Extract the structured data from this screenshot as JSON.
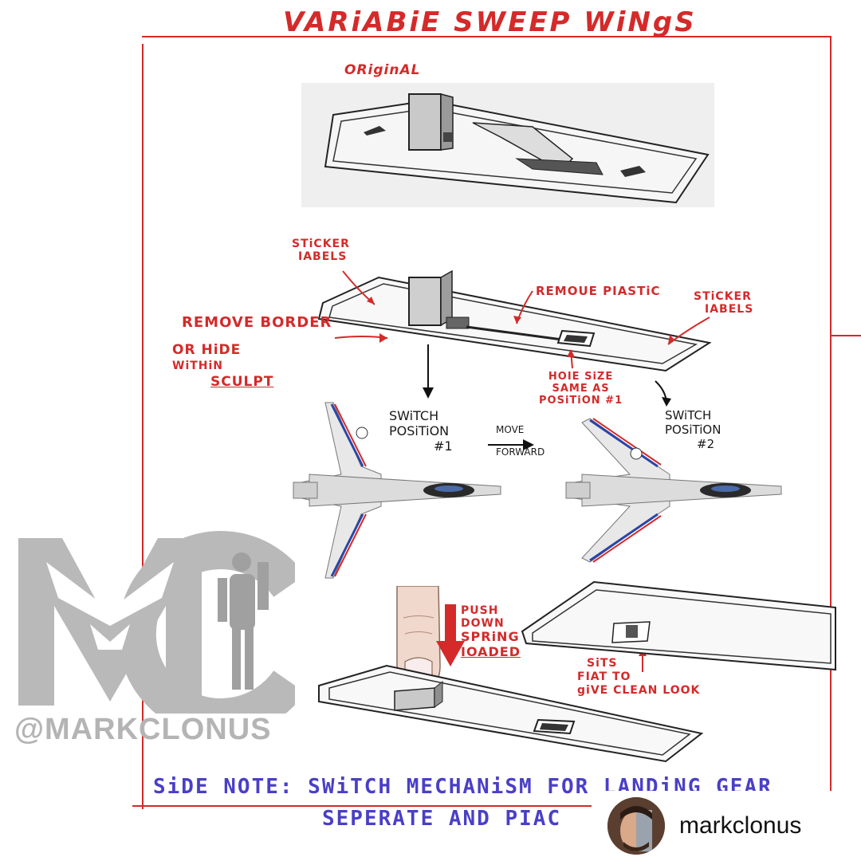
{
  "title": "VARiABiE SWEEP WiNgS",
  "original_label": "ORiginAL",
  "notes": {
    "sticker_labels_left": [
      "STiCKER",
      "IABELS"
    ],
    "remove_plastic": "REMOUE PIASTiC",
    "sticker_labels_right": [
      "STiCKER",
      "IABELS"
    ],
    "remove_border": "REMOVE BORDER",
    "or_hide": [
      "OR HiDE",
      "WiTHiN",
      "SCULPT"
    ],
    "hole_size": [
      "HOIE SiZE",
      "SAME AS",
      "POSiTiON #1"
    ],
    "switch_1": [
      "SWiTCH",
      "POSiTiON",
      "#1"
    ],
    "move_forward": [
      "MOVE",
      "FORWARD"
    ],
    "switch_2": [
      "SWiTCH",
      "POSiTiON",
      "#2"
    ],
    "push_down": [
      "PUSH",
      "DOWN",
      "SPRiNG",
      "IOADED"
    ],
    "sits_flat": [
      "SiTS",
      "FIAT TO",
      "giVE CLEAN LOOK"
    ]
  },
  "side_note": {
    "line1": "SiDE NOTE: SWiTCH MECHANiSM FOR LANDiNG GEAR",
    "line2": "SEPERATE AND PIAC"
  },
  "watermark": "@MARKCLONUS",
  "instagram": {
    "username": "markclonus"
  },
  "colors": {
    "red_ink": "#d42a2a",
    "purple_ink": "#4a3fc7",
    "watermark_gray": "#b4b4b4"
  }
}
